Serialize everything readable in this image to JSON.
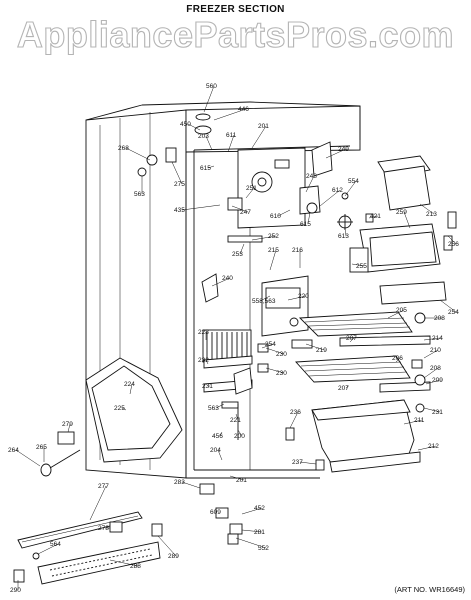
{
  "header": {
    "section_title": "FREEZER SECTION",
    "watermark": "AppliancePartsPros.com"
  },
  "footer": {
    "art_no": "(ART NO. WR16649)"
  },
  "callouts": [
    {
      "id": "560",
      "label": "560"
    },
    {
      "id": "446",
      "label": "446"
    },
    {
      "id": "450",
      "label": "450"
    },
    {
      "id": "611",
      "label": "611"
    },
    {
      "id": "203",
      "label": "203"
    },
    {
      "id": "201a",
      "label": "201"
    },
    {
      "id": "249",
      "label": "249"
    },
    {
      "id": "268",
      "label": "268"
    },
    {
      "id": "615a",
      "label": "615"
    },
    {
      "id": "275",
      "label": "275"
    },
    {
      "id": "563a",
      "label": "563"
    },
    {
      "id": "435",
      "label": "435"
    },
    {
      "id": "251",
      "label": "251"
    },
    {
      "id": "247",
      "label": "247"
    },
    {
      "id": "248",
      "label": "248"
    },
    {
      "id": "612",
      "label": "612"
    },
    {
      "id": "554",
      "label": "554"
    },
    {
      "id": "213",
      "label": "213"
    },
    {
      "id": "610",
      "label": "610"
    },
    {
      "id": "615b",
      "label": "615"
    },
    {
      "id": "252",
      "label": "252"
    },
    {
      "id": "613",
      "label": "613"
    },
    {
      "id": "421",
      "label": "421"
    },
    {
      "id": "259",
      "label": "259"
    },
    {
      "id": "256",
      "label": "256"
    },
    {
      "id": "253",
      "label": "253"
    },
    {
      "id": "215",
      "label": "215"
    },
    {
      "id": "216",
      "label": "216"
    },
    {
      "id": "255",
      "label": "255"
    },
    {
      "id": "240",
      "label": "240"
    },
    {
      "id": "558563",
      "label": "558,563"
    },
    {
      "id": "220",
      "label": "220"
    },
    {
      "id": "254a",
      "label": "254"
    },
    {
      "id": "205",
      "label": "205"
    },
    {
      "id": "208a",
      "label": "208"
    },
    {
      "id": "228",
      "label": "228"
    },
    {
      "id": "254b",
      "label": "254"
    },
    {
      "id": "207a",
      "label": "207"
    },
    {
      "id": "214",
      "label": "214"
    },
    {
      "id": "232",
      "label": "232"
    },
    {
      "id": "230a",
      "label": "230"
    },
    {
      "id": "219",
      "label": "219"
    },
    {
      "id": "206",
      "label": "206"
    },
    {
      "id": "210",
      "label": "210"
    },
    {
      "id": "230b",
      "label": "230"
    },
    {
      "id": "224",
      "label": "224"
    },
    {
      "id": "231a",
      "label": "231"
    },
    {
      "id": "208b",
      "label": "208"
    },
    {
      "id": "209",
      "label": "209"
    },
    {
      "id": "207b",
      "label": "207"
    },
    {
      "id": "563b",
      "label": "563"
    },
    {
      "id": "221",
      "label": "221"
    },
    {
      "id": "225",
      "label": "225"
    },
    {
      "id": "231b",
      "label": "231"
    },
    {
      "id": "279",
      "label": "279"
    },
    {
      "id": "236",
      "label": "236"
    },
    {
      "id": "211",
      "label": "211"
    },
    {
      "id": "456",
      "label": "456"
    },
    {
      "id": "200",
      "label": "200"
    },
    {
      "id": "265",
      "label": "265"
    },
    {
      "id": "264",
      "label": "264"
    },
    {
      "id": "204",
      "label": "204"
    },
    {
      "id": "212",
      "label": "212"
    },
    {
      "id": "237",
      "label": "237"
    },
    {
      "id": "201b",
      "label": "201"
    },
    {
      "id": "283",
      "label": "283"
    },
    {
      "id": "277",
      "label": "277"
    },
    {
      "id": "609",
      "label": "609"
    },
    {
      "id": "452",
      "label": "452"
    },
    {
      "id": "278",
      "label": "278"
    },
    {
      "id": "281",
      "label": "281"
    },
    {
      "id": "564",
      "label": "564"
    },
    {
      "id": "552",
      "label": "552"
    },
    {
      "id": "289",
      "label": "289"
    },
    {
      "id": "288",
      "label": "288"
    },
    {
      "id": "290",
      "label": "290"
    }
  ]
}
